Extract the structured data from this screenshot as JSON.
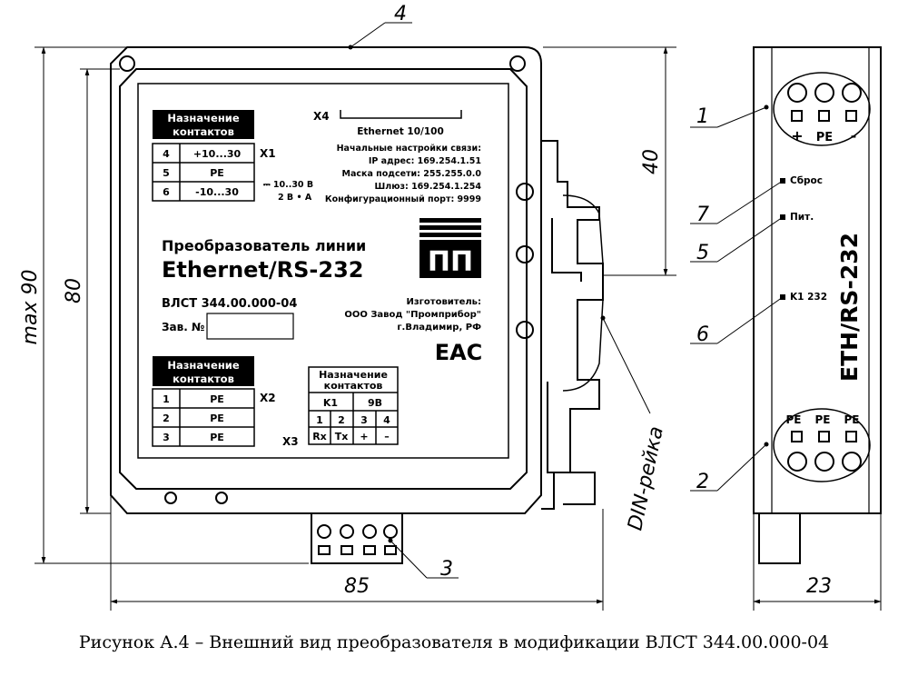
{
  "front": {
    "table_x1": {
      "header": [
        "Назначение",
        "контактов"
      ],
      "rows": [
        {
          "pin": "4",
          "value": "+10...30"
        },
        {
          "pin": "5",
          "value": "PE"
        },
        {
          "pin": "6",
          "value": "-10...30"
        }
      ],
      "tag": "X1",
      "supply_note": "⎓ 10..30 В",
      "supply_note2": "2 В • А"
    },
    "x4": {
      "tag": "X4",
      "port_label": "Ethernet 10/100",
      "settings": [
        "Начальные настройки связи:",
        "IP адрес: 169.254.1.51",
        "Маска подсети: 255.255.0.0",
        "Шлюз: 169.254.1.254",
        "Конфигурационный порт: 9999"
      ]
    },
    "title_line1": "Преобразователь линии",
    "title_line2": "Ethernet/RS-232",
    "logo": "ПП",
    "model": "ВЛСТ 344.00.000-04",
    "serial_label": "Зав. №",
    "manufacturer": [
      "Изготовитель:",
      "ООО Завод \"Промприбор\"",
      "г.Владимир, РФ"
    ],
    "eac": "EAC",
    "table_x2": {
      "header": [
        "Назначение",
        "контактов"
      ],
      "rows": [
        {
          "pin": "1",
          "value": "PE"
        },
        {
          "pin": "2",
          "value": "PE"
        },
        {
          "pin": "3",
          "value": "PE"
        }
      ],
      "tag": "X2"
    },
    "table_x3": {
      "header": [
        "Назначение",
        "контактов"
      ],
      "groups": [
        "K1",
        "9B"
      ],
      "pins": [
        "1",
        "2",
        "3",
        "4"
      ],
      "signals": [
        "Rx",
        "Tx",
        "+",
        "–"
      ],
      "tag": "X3"
    }
  },
  "side": {
    "top_terminals": [
      "+",
      "PE",
      "-"
    ],
    "bottom_terminals": [
      "PE",
      "PE",
      "PE"
    ],
    "reset_label": "Сброс",
    "power_label": "Пит.",
    "k1_label": "K1 232",
    "device_name": "ETH/RS-232"
  },
  "dimensions": {
    "max_height": "max 90",
    "height": "80",
    "din_height": "40",
    "width": "85",
    "depth": "23",
    "din_label": "DIN-рейка"
  },
  "callouts": [
    "1",
    "2",
    "3",
    "4",
    "5",
    "6",
    "7"
  ],
  "caption": "Рисунок А.4 – Внешний вид преобразователя в модификации ВЛСТ 344.00.000-04"
}
